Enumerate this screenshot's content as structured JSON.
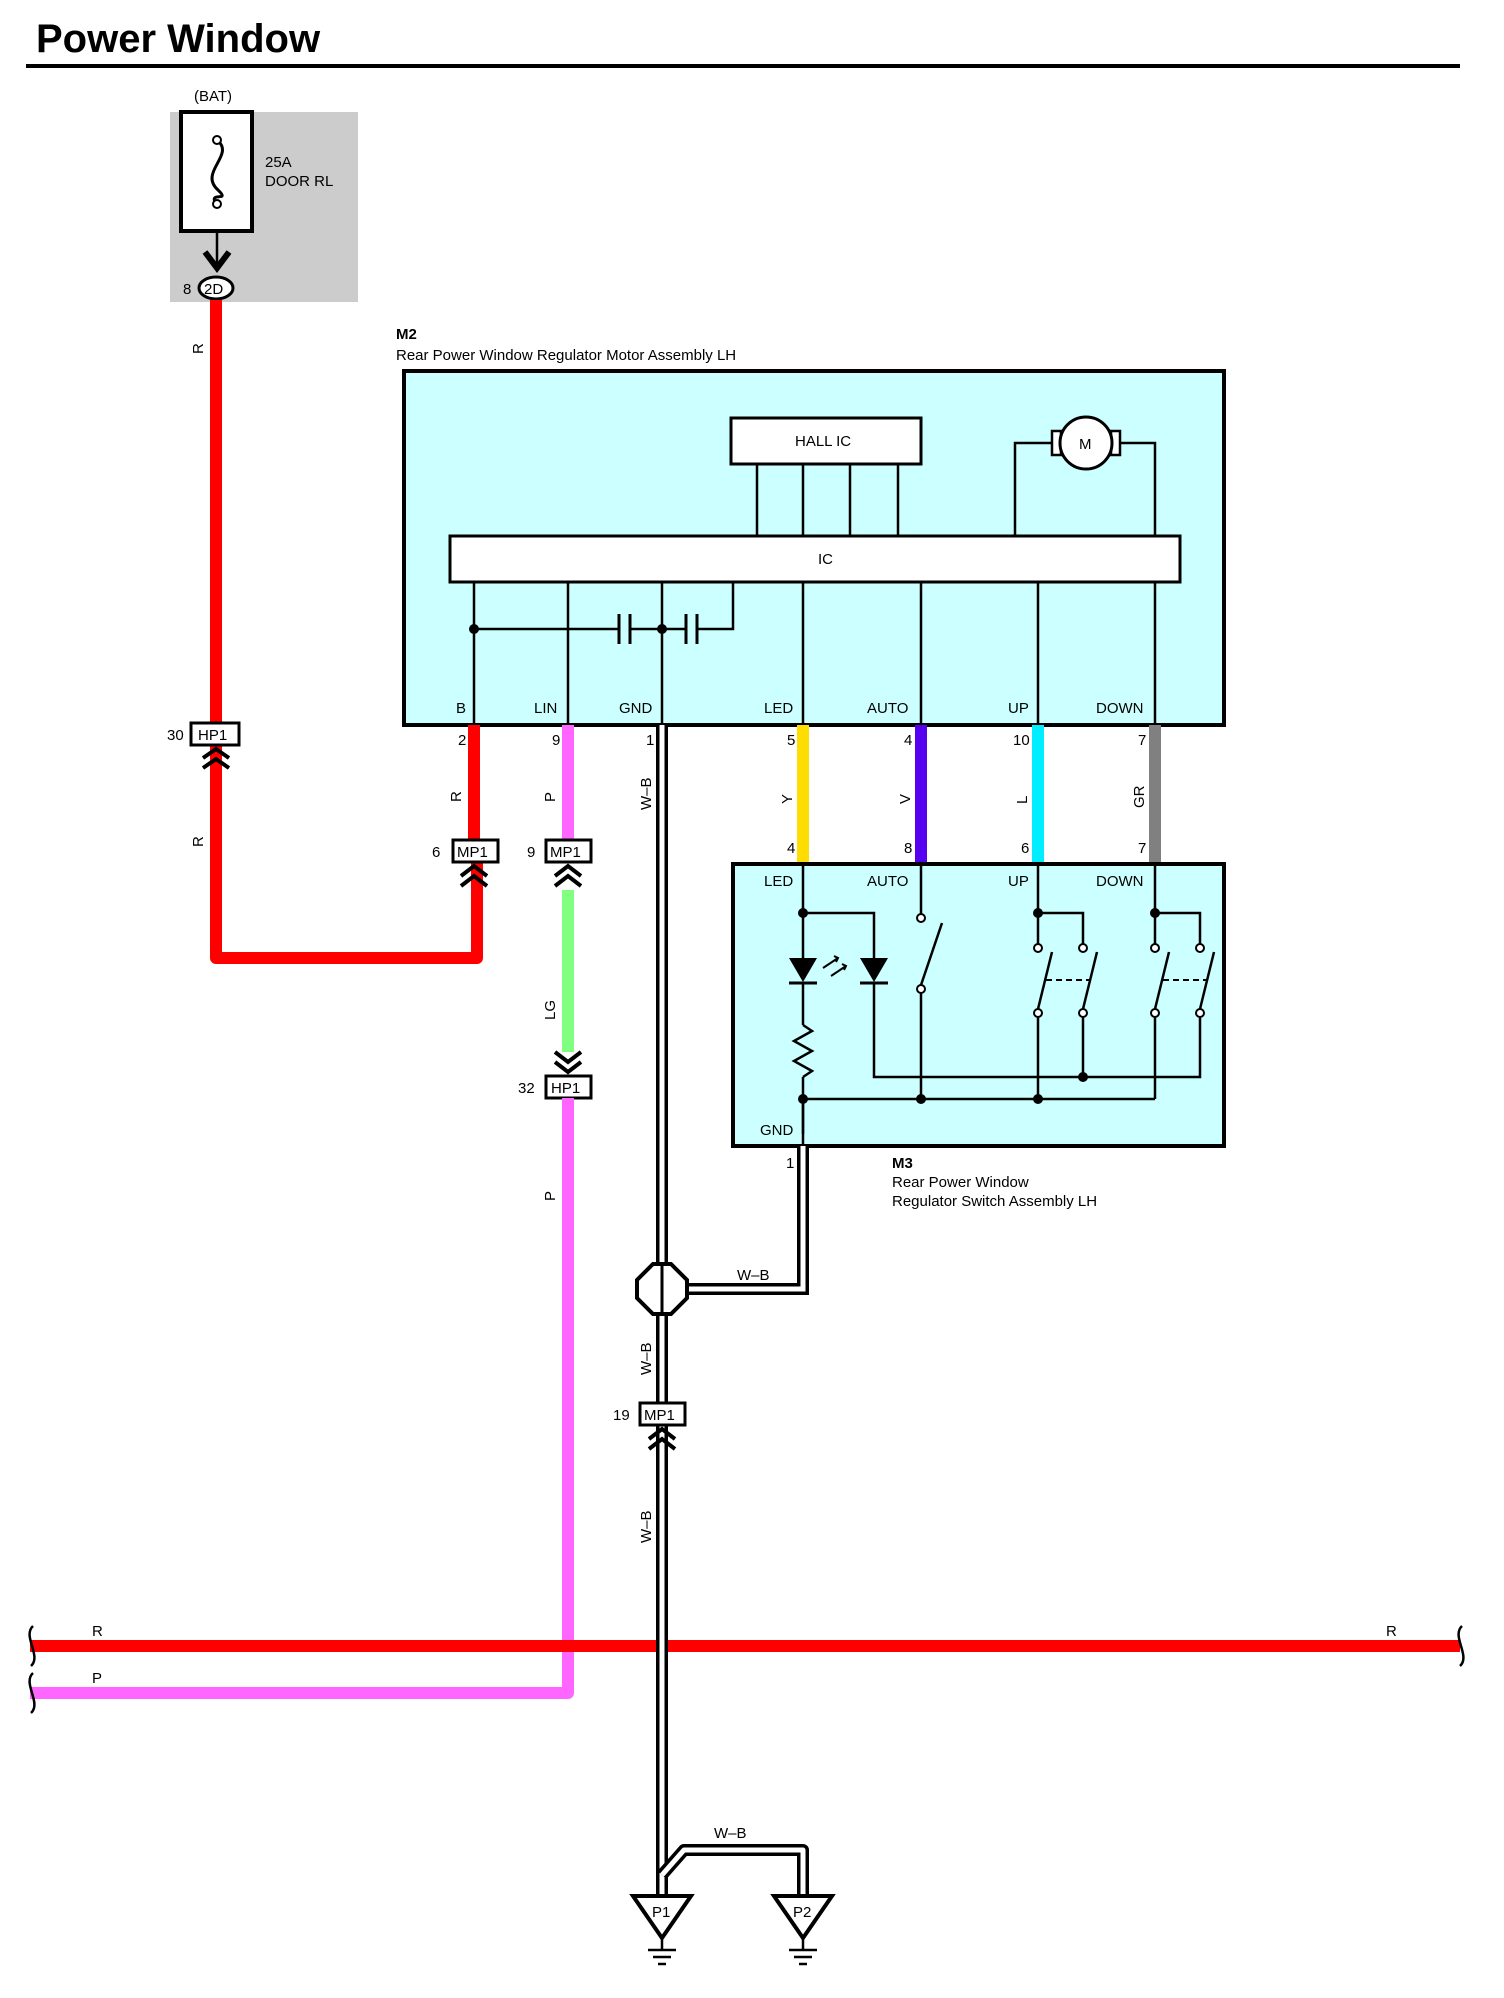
{
  "title": "Power Window",
  "battery": {
    "source_label": "(BAT)",
    "fuse_rating": "25A",
    "fuse_name": "DOOR RL",
    "pin": "8",
    "connector": "2D"
  },
  "m2": {
    "code": "M2",
    "name": "Rear Power Window Regulator Motor Assembly LH",
    "hall_ic": "HALL IC",
    "ic": "IC",
    "motor": "M",
    "terminals": [
      "B",
      "LIN",
      "GND",
      "LED",
      "AUTO",
      "UP",
      "DOWN"
    ],
    "pins": [
      "2",
      "9",
      "1",
      "5",
      "4",
      "10",
      "7"
    ]
  },
  "m3": {
    "code": "M3",
    "name_line1": "Rear Power Window",
    "name_line2": "Regulator Switch Assembly LH",
    "terminals": [
      "LED",
      "AUTO",
      "UP",
      "DOWN"
    ],
    "pins": [
      "4",
      "8",
      "6",
      "7"
    ],
    "gnd_label": "GND",
    "gnd_pin": "1"
  },
  "connectors": {
    "hp1_a": {
      "name": "HP1",
      "pin": "30"
    },
    "mp1_b": {
      "name": "MP1",
      "pin": "6"
    },
    "mp1_lin": {
      "name": "MP1",
      "pin": "9"
    },
    "hp1_b": {
      "name": "HP1",
      "pin": "32"
    },
    "mp1_gnd": {
      "name": "MP1",
      "pin": "19"
    }
  },
  "wire_labels": {
    "r_battery": "R",
    "r_lower": "R",
    "r_b": "R",
    "p_lin": "P",
    "lg": "LG",
    "p_lower": "P",
    "wb_gnd": "W–B",
    "y": "Y",
    "v": "V",
    "l": "L",
    "gr": "GR",
    "wb_m3": "W–B",
    "wb_mid": "W–B",
    "wb_low": "W–B",
    "wb_ground": "W–B",
    "bus_r_left": "R",
    "bus_r_right": "R",
    "bus_p": "P"
  },
  "grounds": [
    "P1",
    "P2"
  ],
  "colors": {
    "red": "#ff0000",
    "pink": "#ff66ff",
    "light_green": "#80ff80",
    "yellow": "#ffdd00",
    "violet": "#5500ee",
    "blue": "#00eeff",
    "gray": "#808080",
    "component_fill": "#ccffff",
    "fuse_box": "#cccccc"
  }
}
